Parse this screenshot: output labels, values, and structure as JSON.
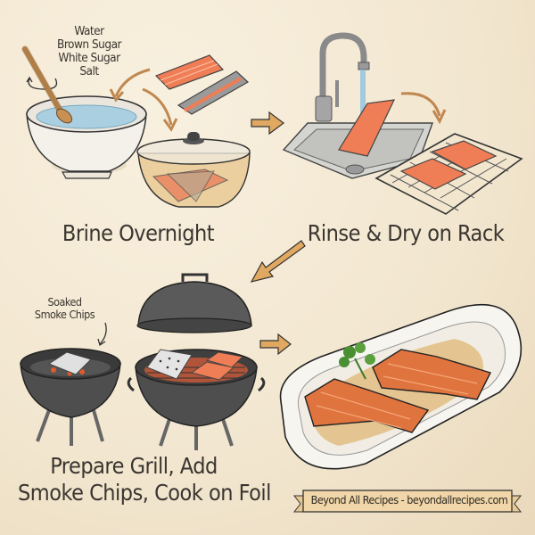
{
  "steps": [
    {
      "id": 1,
      "title": "Brine Overnight",
      "ingredients": [
        "Water",
        "Brown Sugar",
        "White Sugar",
        "Salt"
      ]
    },
    {
      "id": 2,
      "title": "Rinse & Dry on Rack"
    },
    {
      "id": 3,
      "title_line1": "Prepare Grill, Add",
      "title_line2": "Smoke Chips, Cook on Foil",
      "note_line1": "Soaked",
      "note_line2": "Smoke Chips"
    },
    {
      "id": 4,
      "title": ""
    }
  ],
  "footer": {
    "banner_text": "Beyond All Recipes - beyondallrecipes.com"
  },
  "colors": {
    "background": "#f4ead6",
    "arrow": "#e0a860",
    "salmon": "#e8724a",
    "text": "#3a3530",
    "grill": "#4a4a4a",
    "banner": "#f0d6a8"
  }
}
